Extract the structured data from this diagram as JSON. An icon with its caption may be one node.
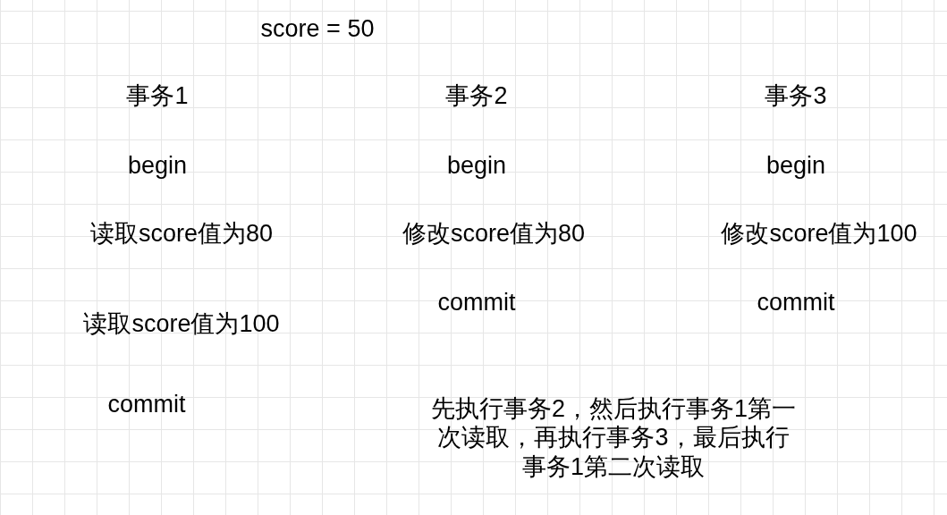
{
  "diagram": {
    "title": "score = 50",
    "labels": [
      "事务1",
      "事务2",
      "事务3",
      "begin",
      "begin",
      "begin",
      "读取score值为80",
      "修改score值为80",
      "修改score值为100",
      "commit",
      "commit",
      "读取score值为100",
      "commit",
      "先执行事务2，然后执行事务1第一次读取，再执行事务3，最后执行事务1第二次读取"
    ]
  }
}
